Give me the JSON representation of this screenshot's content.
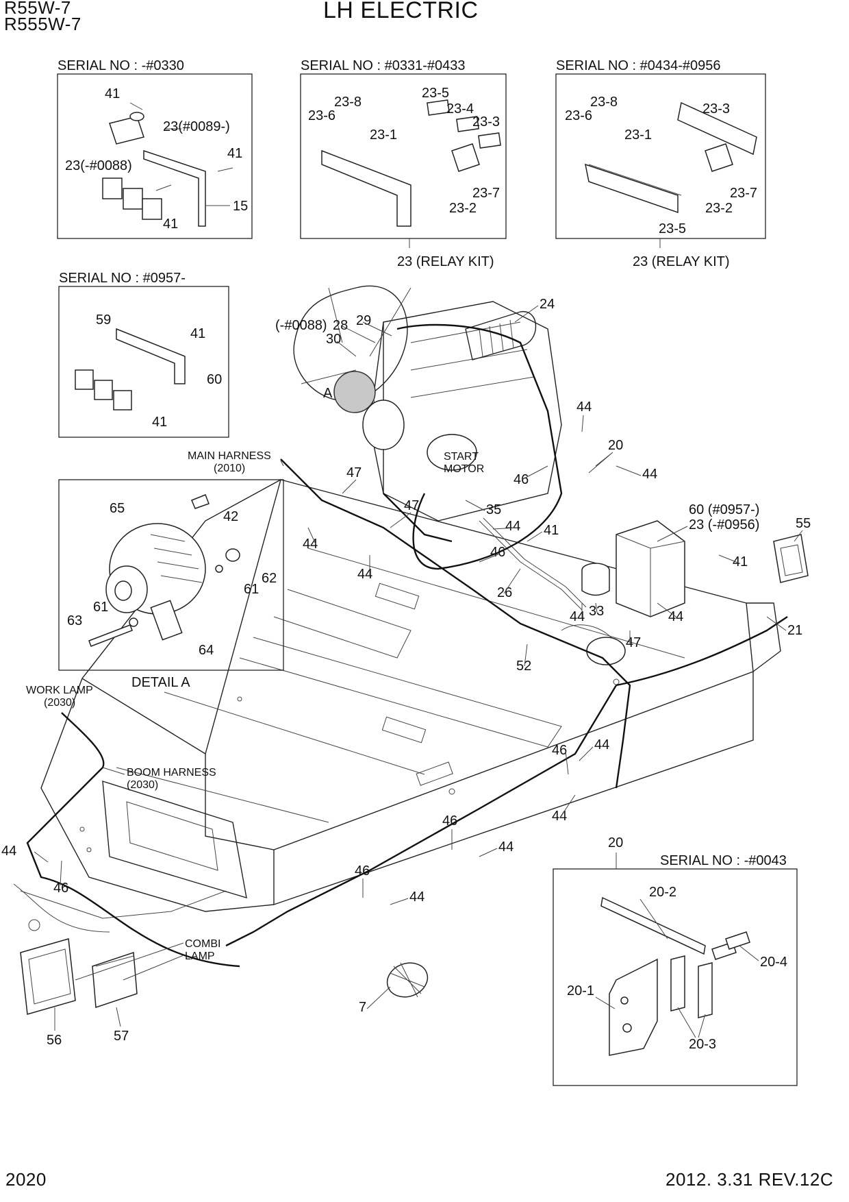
{
  "header": {
    "model_line1": "R55W-7",
    "model_line2": "R555W-7",
    "title": "LH ELECTRIC"
  },
  "footer": {
    "page_number": "2020",
    "revision": "2012. 3.31 REV.12C"
  },
  "inset_boxes": {
    "box1": {
      "serial": "SERIAL NO : -#0330",
      "labels": [
        "41",
        "23(#0089-)",
        "23(-#0088)",
        "41",
        "41",
        "15"
      ]
    },
    "box2": {
      "serial": "SERIAL NO : #0331-#0433",
      "caption": "23 (RELAY KIT)",
      "labels": [
        "23-8",
        "23-6",
        "23-5",
        "23-4",
        "23-3",
        "23-1",
        "23-7",
        "23-2"
      ]
    },
    "box3": {
      "serial": "SERIAL NO : #0434-#0956",
      "caption": "23 (RELAY KIT)",
      "labels": [
        "23-8",
        "23-6",
        "23-3",
        "23-1",
        "23-7",
        "23-2",
        "23-5"
      ]
    },
    "box4": {
      "serial": "SERIAL NO : #0957-",
      "labels": [
        "59",
        "41",
        "60",
        "41"
      ]
    },
    "detail_a": {
      "caption": "DETAIL A",
      "labels": [
        "65",
        "42",
        "62",
        "61",
        "61",
        "63",
        "64"
      ]
    },
    "box20": {
      "serial": "SERIAL NO : -#0043",
      "ref": "20",
      "labels": [
        "20-2",
        "20-4",
        "20-1",
        "20-3"
      ]
    }
  },
  "callouts": {
    "main_harness": "MAIN HARNESS",
    "main_harness_ref": "(2010)",
    "work_lamp": "WORK LAMP",
    "work_lamp_ref": "(2030)",
    "boom_harness": "BOOM HARNESS",
    "boom_harness_ref": "(2030)",
    "start_motor_1": "START",
    "start_motor_2": "MOTOR",
    "combi_lamp_1": "COMBI",
    "combi_lamp_2": "LAMP",
    "note_0088": "(-#0088)",
    "detail_ref_a": "A",
    "relay_note_60": "60 (#0957-)",
    "relay_note_23": "23 (-#0956)"
  },
  "part_labels": {
    "p24": "24",
    "p29": "29",
    "p28": "28",
    "p30": "30",
    "p44a": "44",
    "p20": "20",
    "p46a": "46",
    "p44b": "44",
    "p47a": "47",
    "p47b": "47",
    "p35": "35",
    "p44c": "44",
    "p41a": "41",
    "p46b": "46",
    "p44d": "44",
    "p44e": "44",
    "p26": "26",
    "p33": "33",
    "p44f": "44",
    "p44g": "44",
    "p47c": "47",
    "p52": "52",
    "p55": "55",
    "p41b": "41",
    "p21": "21",
    "p46c": "46",
    "p44h": "44",
    "p44i": "44",
    "p46d": "46",
    "p44j": "44",
    "p46e": "46",
    "p44k": "44",
    "p44l": "44",
    "p46f": "46",
    "p7": "7",
    "p56": "56",
    "p57": "57"
  }
}
